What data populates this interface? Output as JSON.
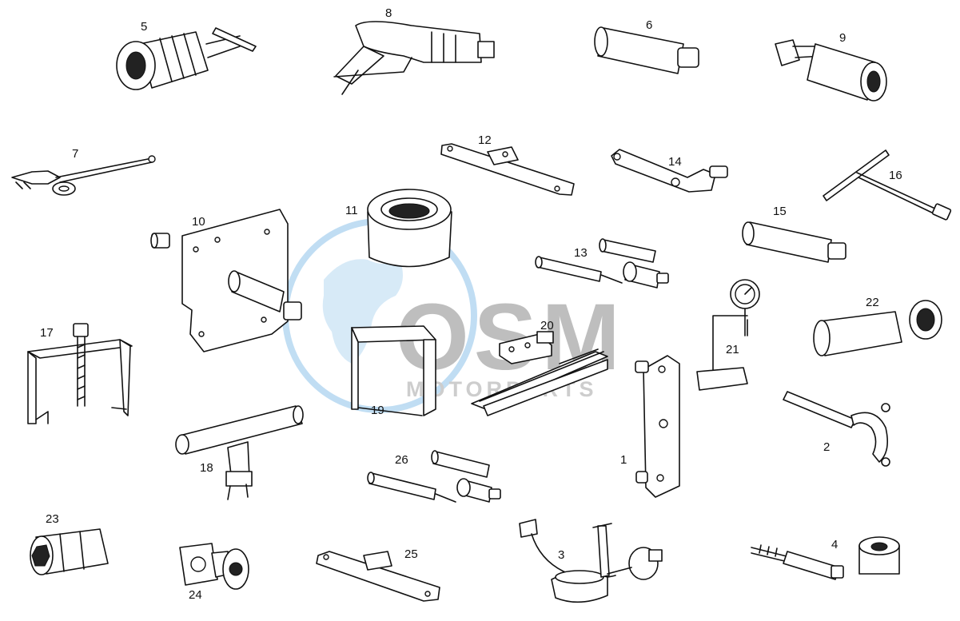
{
  "diagram": {
    "part_labels": {
      "p1": "1",
      "p2": "2",
      "p3": "3",
      "p4": "4",
      "p5": "5",
      "p6": "6",
      "p7": "7",
      "p8": "8",
      "p9": "9",
      "p10": "10",
      "p11": "11",
      "p12": "12",
      "p13": "13",
      "p14": "14",
      "p15": "15",
      "p16": "16",
      "p17": "17",
      "p18": "18",
      "p19": "19",
      "p20": "20",
      "p21": "21",
      "p22": "22",
      "p23": "23",
      "p24": "24",
      "p25": "25",
      "p26": "26"
    }
  },
  "watermark": {
    "brand": "OSM",
    "subtitle": "MOTORPARTS",
    "color_globe": "#8ec3ea",
    "color_text": "#8a8a8a"
  }
}
